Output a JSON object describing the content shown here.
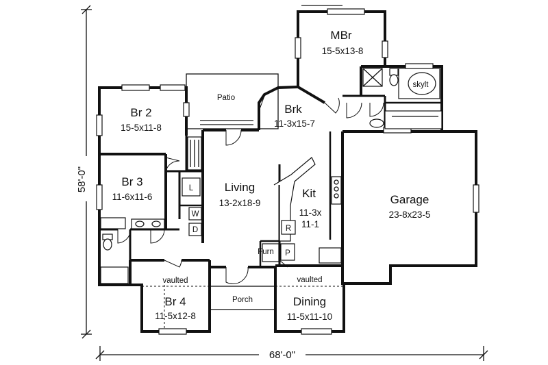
{
  "rooms": {
    "mbr": {
      "name": "MBr",
      "size": "15-5x13-8"
    },
    "skylight": {
      "name": "skylt"
    },
    "patio": {
      "name": "Patio"
    },
    "brk": {
      "name": "Brk",
      "size": "11-3x15-7"
    },
    "br2": {
      "name": "Br 2",
      "size": "15-5x11-8"
    },
    "br3": {
      "name": "Br 3",
      "size": "11-6x11-6"
    },
    "living": {
      "name": "Living",
      "size": "13-2x18-9"
    },
    "kit": {
      "name": "Kit",
      "size_line1": "11-3x",
      "size_line2": "11-1"
    },
    "garage": {
      "name": "Garage",
      "size": "23-8x23-5"
    },
    "br4": {
      "name": "Br 4",
      "size": "11-5x12-8",
      "note": "vaulted"
    },
    "porch": {
      "name": "Porch"
    },
    "dining": {
      "name": "Dining",
      "size": "11-5x11-10",
      "note": "vaulted"
    }
  },
  "fixtures": {
    "linen": "L",
    "washer": "W",
    "dryer": "D",
    "refrigerator": "R",
    "pantry": "P",
    "furnace": "Furn"
  },
  "dimensions": {
    "depth": "58'-0\"",
    "width": "68'-0\""
  }
}
